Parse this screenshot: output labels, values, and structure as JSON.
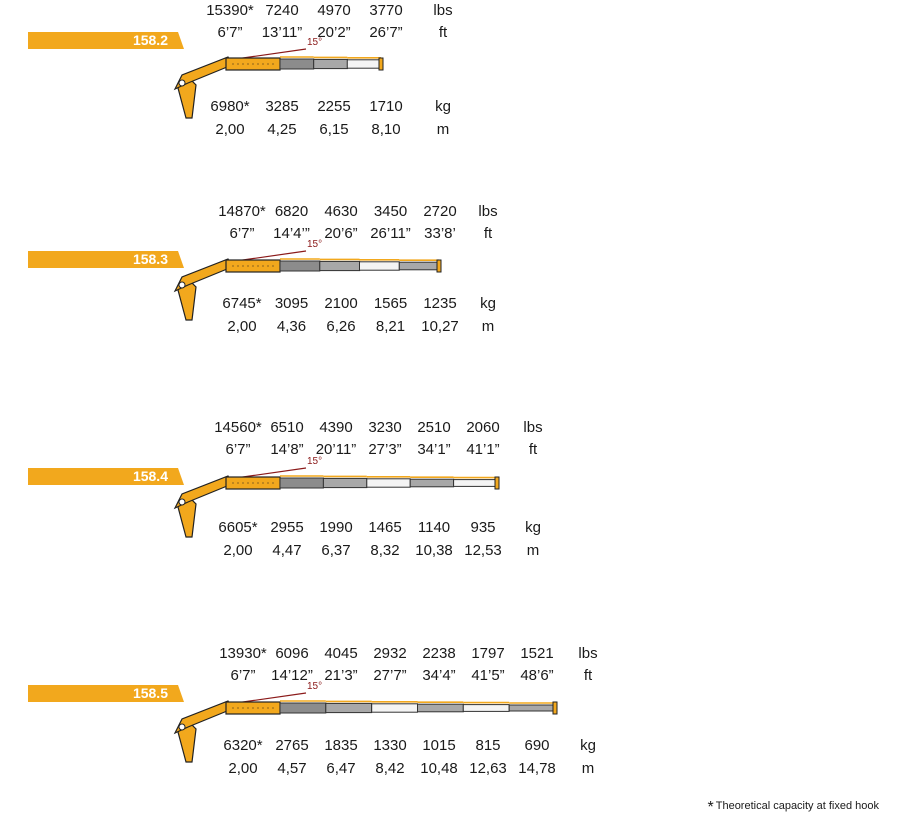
{
  "models": [
    {
      "name": "158.2",
      "lbs": [
        "15390*",
        "7240",
        "4970",
        "3770"
      ],
      "ft": [
        "6’7”",
        "13’11”",
        "20’2”",
        "26’7”"
      ],
      "kg": [
        "6980*",
        "3285",
        "2255",
        "1710"
      ],
      "m": [
        "2,00",
        "4,25",
        "6,15",
        "8,10"
      ],
      "extensions": 3,
      "angle_label": "15°"
    },
    {
      "name": "158.3",
      "lbs": [
        "14870*",
        "6820",
        "4630",
        "3450",
        "2720"
      ],
      "ft": [
        "6’7”",
        "14’4’”",
        "20’6”",
        "26’11”",
        "33’8’"
      ],
      "kg": [
        "6745*",
        "3095",
        "2100",
        "1565",
        "1235"
      ],
      "m": [
        "2,00",
        "4,36",
        "6,26",
        "8,21",
        "10,27"
      ],
      "extensions": 4,
      "angle_label": "15°"
    },
    {
      "name": "158.4",
      "lbs": [
        "14560*",
        "6510",
        "4390",
        "3230",
        "2510",
        "2060"
      ],
      "ft": [
        "6’7”",
        "14’8”",
        "20’11”",
        "27’3”",
        "34’1”",
        "41’1”"
      ],
      "kg": [
        "6605*",
        "2955",
        "1990",
        "1465",
        "1140",
        "935"
      ],
      "m": [
        "2,00",
        "4,47",
        "6,37",
        "8,32",
        "10,38",
        "12,53"
      ],
      "extensions": 5,
      "angle_label": "15°"
    },
    {
      "name": "158.5",
      "lbs": [
        "13930*",
        "6096",
        "4045",
        "2932",
        "2238",
        "1797",
        "1521"
      ],
      "ft": [
        "6’7”",
        "14’12”",
        "21’3”",
        "27’7”",
        "34’4”",
        "41’5”",
        "48’6”"
      ],
      "kg": [
        "6320*",
        "2765",
        "1835",
        "1330",
        "1015",
        "815",
        "690"
      ],
      "m": [
        "2,00",
        "4,57",
        "6,47",
        "8,42",
        "10,48",
        "12,63",
        "14,78"
      ],
      "extensions": 6,
      "angle_label": "15°"
    }
  ],
  "units": {
    "lbs": "lbs",
    "ft": "ft",
    "kg": "kg",
    "m": "m"
  },
  "footnote": {
    "symbol": "*",
    "text": "Theoretical capacity at fixed hook"
  },
  "colors": {
    "accent": "#f2a81d",
    "boom_yellow": "#f2a81d",
    "steel": "#9a9a9a",
    "angle_line": "#8b1a1a"
  }
}
